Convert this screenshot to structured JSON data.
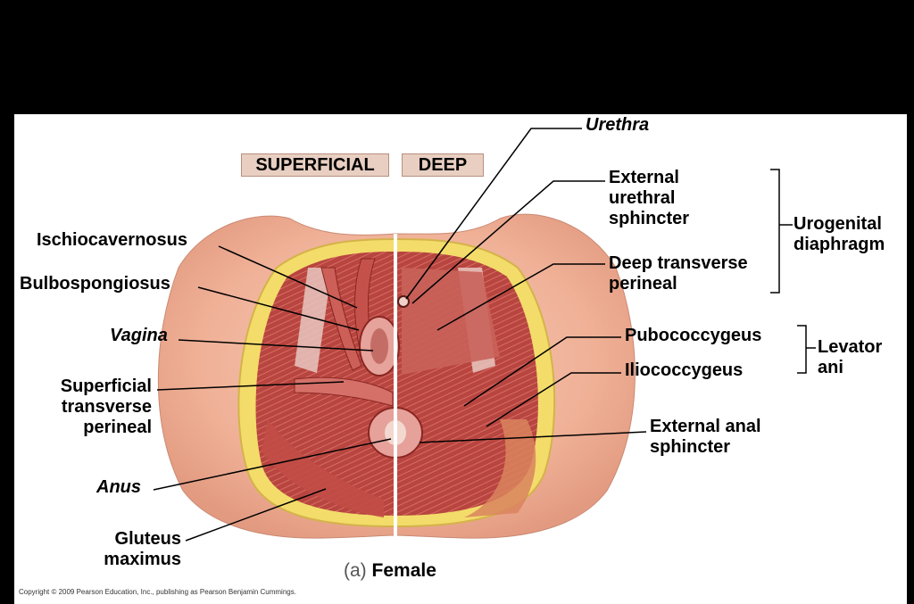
{
  "header": {
    "superficial": "SUPERFICIAL",
    "deep": "DEEP"
  },
  "labels": {
    "ischiocavernosus": "Ischiocavernosus",
    "bulbospongiosus": "Bulbospongiosus",
    "vagina": "Vagina",
    "superficial_transverse_perineal": [
      "Superficial",
      "transverse",
      "perineal"
    ],
    "anus": "Anus",
    "gluteus_maximus": [
      "Gluteus",
      "maximus"
    ],
    "urethra": "Urethra",
    "external_urethral_sphincter": [
      "External",
      "urethral",
      "sphincter"
    ],
    "deep_transverse_perineal": [
      "Deep transverse",
      "perineal"
    ],
    "urogenital_diaphragm": [
      "Urogenital",
      "diaphragm"
    ],
    "pubococcygeus": "Pubococcygeus",
    "iliococcygeus": "Iliococcygeus",
    "levator_ani": [
      "Levator",
      "ani"
    ],
    "external_anal_sphincter": [
      "External anal",
      "sphincter"
    ]
  },
  "caption": {
    "prefix": "(a)",
    "text": "Female"
  },
  "copyright": "Copyright © 2009 Pearson Education, Inc., publishing as Pearson Benjamin Cummings.",
  "colors": {
    "skin": "#f0b8a0",
    "fat": "#f3dc6a",
    "muscle": "#b8453f",
    "background": "#000000"
  }
}
